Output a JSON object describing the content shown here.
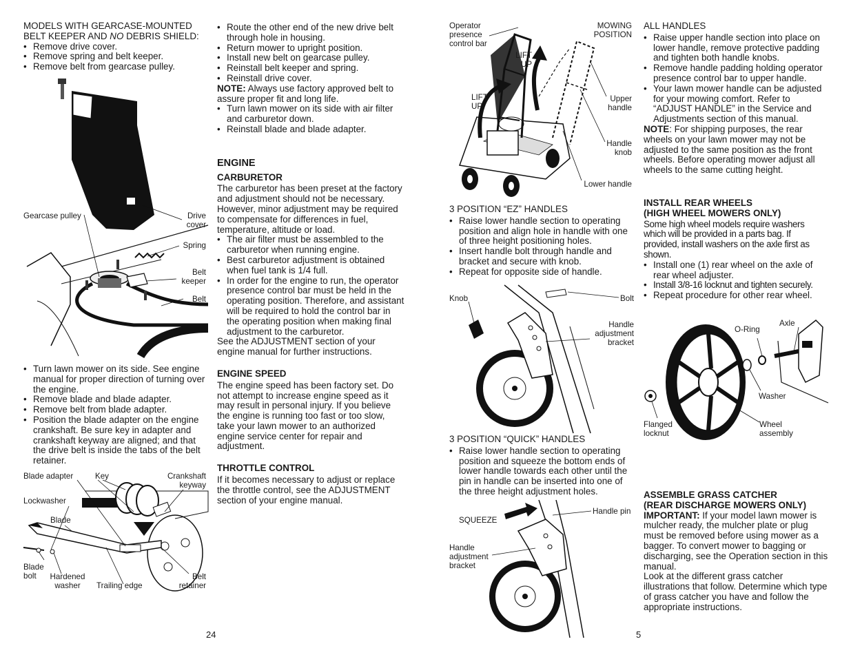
{
  "left_page": {
    "page_number": "24",
    "col1": {
      "heading_a": "MODELS WITH GEARCASE-MOUNTED",
      "heading_b_pre": "BELT KEEPER AND ",
      "heading_b_em": "NO",
      "heading_b_post": " DEBRIS SHIELD:",
      "bullets_top": [
        "Remove drive cover.",
        "Remove spring and belt keeper.",
        "Remove belt from gearcase pulley."
      ],
      "fig1_labels": {
        "gearcase_pulley": "Gearcase pulley",
        "drive_cover": "Drive cover",
        "spring": "Spring",
        "belt_keeper": "Belt keeper",
        "belt": "Belt"
      },
      "bullets_bottom": [
        "Turn lawn mower on its side.  See engine manual for proper direction of turning over the engine.",
        "Remove blade and blade adapter.",
        "Remove belt from blade adapter.",
        "Position the blade adapter on the engine crankshaft. Be sure key in adapter and crankshaft keyway are aligned; and that the drive belt is inside the tabs of the belt retainer."
      ],
      "fig2_labels": {
        "blade_adapter": "Blade adapter",
        "key": "Key",
        "crankshaft_keyway": "Crankshaft keyway",
        "lockwasher": "Lockwasher",
        "blade": "Blade",
        "blade_bolt": "Blade bolt",
        "hardened_washer": "Hardened washer",
        "trailing_edge": "Trailing edge",
        "belt_retainer": "Belt retainer"
      }
    },
    "col2": {
      "bullets_a": [
        "Route the other end of the new drive belt through hole in housing.",
        "Return mower to upright position.",
        "Install new belt on gearcase pulley.",
        "Reinstall belt keeper and spring.",
        "Reinstall drive cover."
      ],
      "note_label": "NOTE:",
      "note_text": " Always use factory approved belt to assure proper fit and long life.",
      "bullets_b": [
        "Turn lawn mower on its side with air filter and carburetor down.",
        "Reinstall blade and blade adapter."
      ],
      "engine_title": "ENGINE",
      "carb_title": "CARBURETOR",
      "carb_text": "The carburetor has been preset at the factory and adjustment should not be necessary.  However, minor adjustment may be required to compensate for differences in fuel, temperature, altitude or load.",
      "carb_bullets": [
        "The air filter must be assembled to the carburetor when running engine.",
        "Best carburetor adjustment is obtained when fuel tank is 1/4 full.",
        "In order for the engine to run, the operator presence control bar must be held in the operating position.  Therefore, and assistant will be required to hold the control bar in the operating position when making final adjustment to the carburetor."
      ],
      "carb_after": "See the ADJUSTMENT section of your engine manual for further instructions.",
      "speed_title": "ENGINE SPEED",
      "speed_text": "The engine speed has been factory set. Do not attempt to increase engine speed as it may result in personal injury.  If you believe the engine is running too  fast or too slow, take your lawn mower to an authorized engine service center for repair and adjustment.",
      "throttle_title": "THROTTLE CONTROL",
      "throttle_text": "If it becomes necessary to adjust or replace the throttle control, see the ADJUSTMENT section of your engine manual."
    }
  },
  "right_page": {
    "page_number": "5",
    "col3": {
      "fig_mower_labels": {
        "operator": "Operator presence control bar",
        "mowing_position": "MOWING POSITION",
        "lift_up_1": "LIFT UP",
        "lift_up_2": "LIFT UP",
        "upper_handle": "Upper handle",
        "handle_knob": "Handle knob",
        "lower_handle": "Lower handle"
      },
      "ez_title": "3 POSITION “EZ” HANDLES",
      "ez_bullets": [
        "Raise lower handle section to operating position and align hole in handle with one of three height positioning holes.",
        "Insert handle bolt through handle and bracket and secure with knob.",
        "Repeat for opposite side of handle."
      ],
      "fig_ez_labels": {
        "knob": "Knob",
        "bolt": "Bolt",
        "handle_adjustment_bracket": "Handle adjustment bracket"
      },
      "quick_title": "3 POSITION “QUICK” HANDLES",
      "quick_bullets": [
        "Raise lower handle section to operating position and squeeze the bottom ends of lower handle towards each other until the pin in handle can be inserted into one of the three height adjustment holes."
      ],
      "fig_quick_labels": {
        "squeeze": "SQUEEZE",
        "handle_pin": "Handle pin",
        "handle_adjustment_bracket": "Handle adjustment bracket"
      }
    },
    "col4": {
      "all_title": "ALL HANDLES",
      "all_bullets": [
        "Raise upper handle section into place on lower handle, remove protective padding and tighten both handle knobs.",
        "Remove handle padding holding operator presence control bar to upper handle.",
        "Your lawn mower handle can be adjusted for your mowing comfort.  Refer to “ADJUST HANDLE” in the Service and Adjustments section of this manual."
      ],
      "note_label": "NOTE",
      "note_text": ":  For shipping purposes, the rear wheels on your lawn mower may not be adjusted to the same position as the front wheels.  Before operating mower adjust all wheels to the same cutting height.",
      "wheels_title_1": "INSTALL REAR WHEELS",
      "wheels_title_2": "(HIGH WHEEL MOWERS ONLY)",
      "wheels_text": "Some high wheel models require washers which will be provided in a parts bag.  If provided, install washers on the axle first as shown.",
      "wheels_bullets": [
        "Install one (1) rear wheel on the axle of rear wheel adjuster.",
        "Install 3/8-16 locknut and tighten securely.",
        "Repeat procedure for other rear wheel."
      ],
      "fig_wheel_labels": {
        "o_ring": "O-Ring",
        "axle": "Axle",
        "washer": "Washer",
        "flanged_locknut": "Flanged locknut",
        "wheel_assembly": "Wheel assembly"
      },
      "catcher_title_1": "ASSEMBLE GRASS CATCHER",
      "catcher_title_2": "(REAR DISCHARGE MOWERS ONLY)",
      "important_label": "IMPORTANT:",
      "important_text": "  If your model lawn mower is mulcher ready, the mulcher plate or plug must be removed before using mower as a bagger. To convert mower to bagging or discharging, see the Operation section in this manual.",
      "catcher_text": "Look at the different grass catcher illustrations that follow.  Determine which type of grass catcher you have and follow the appropriate instructions."
    }
  }
}
